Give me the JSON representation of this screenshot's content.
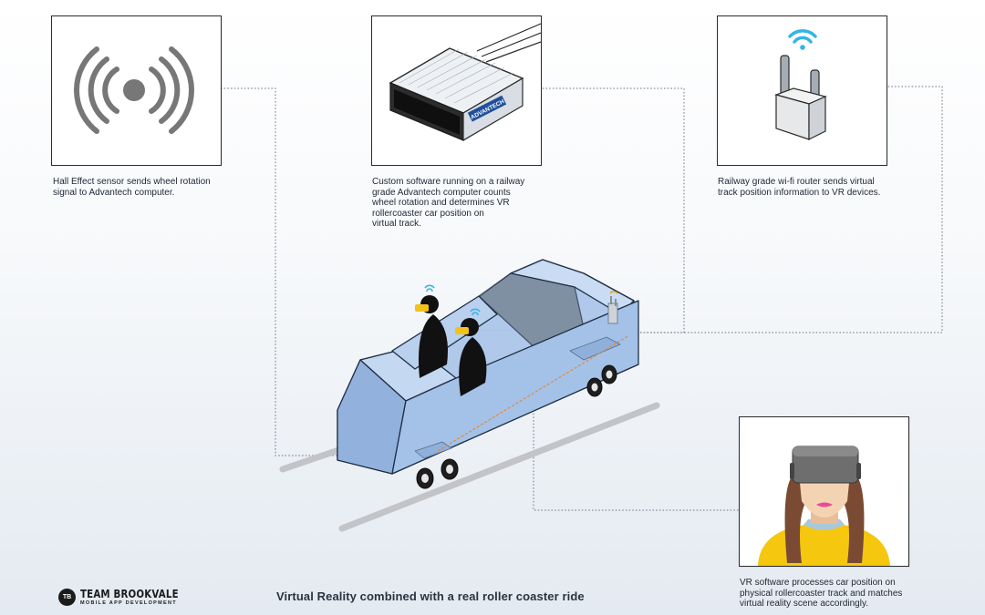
{
  "panels": {
    "sensor": {
      "caption": [
        "Hall Effect sensor sends wheel rotation",
        "signal to Advantech computer."
      ]
    },
    "computer": {
      "caption": [
        "Custom software running on a railway",
        "grade Advantech computer counts",
        "wheel rotation and determines VR",
        "rollercoaster car position on",
        "virtual track."
      ],
      "device_label": "ADVANTECH"
    },
    "router": {
      "caption": [
        "Railway grade wi-fi router sends virtual",
        "track position information to VR devices."
      ]
    },
    "headset": {
      "caption": [
        "VR software processes car position on",
        "physical rollercoaster track and matches",
        "virtual reality scene accordingly."
      ]
    }
  },
  "footer": {
    "title": "Virtual Reality combined with a real roller coaster ride"
  },
  "brand": {
    "logo_mark": "TB",
    "name": "TEAM BROOKVALE",
    "tagline": "MOBILE APP DEVELOPMENT"
  },
  "colors": {
    "car_body": "#a9c5ea",
    "car_outline": "#1f2f45",
    "wifi": "#35b4e8",
    "visor": "#f2c21b",
    "sweater": "#f5c70f",
    "hair": "#7a4a33",
    "skin": "#f4d3b2",
    "lips": "#e94b9a",
    "sensor_icon": "#777777",
    "rotation_line": "#e08a3a"
  }
}
